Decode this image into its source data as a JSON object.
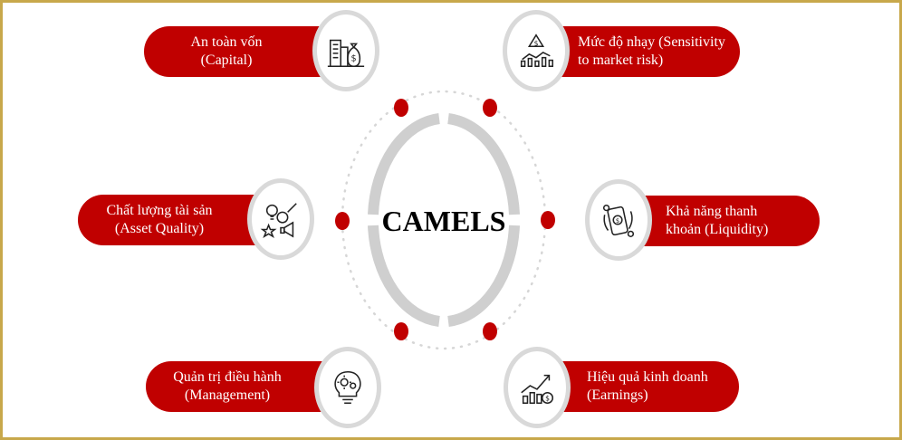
{
  "title": "CAMELS",
  "colors": {
    "accent": "#c00000",
    "ring": "#cfcfcf",
    "frame": "#c8a84b"
  },
  "items": [
    {
      "line1": "An toàn vốn",
      "line2": "(Capital)",
      "icon": "building-money-icon"
    },
    {
      "line1": "Mức độ nhạy (Sensitivity",
      "line2": "to market risk)",
      "icon": "alert-chart-icon"
    },
    {
      "line1": "Chất lượng tài sản",
      "line2": "(Asset Quality)",
      "icon": "quality-megaphone-icon"
    },
    {
      "line1": "Khả năng thanh",
      "line2": "khoản (Liquidity)",
      "icon": "mobile-money-icon"
    },
    {
      "line1": "Quản trị điều hành",
      "line2": "(Management)",
      "icon": "lightbulb-gear-icon"
    },
    {
      "line1": "Hiệu quả kinh doanh",
      "line2": "(Earnings)",
      "icon": "growth-chart-icon"
    }
  ]
}
